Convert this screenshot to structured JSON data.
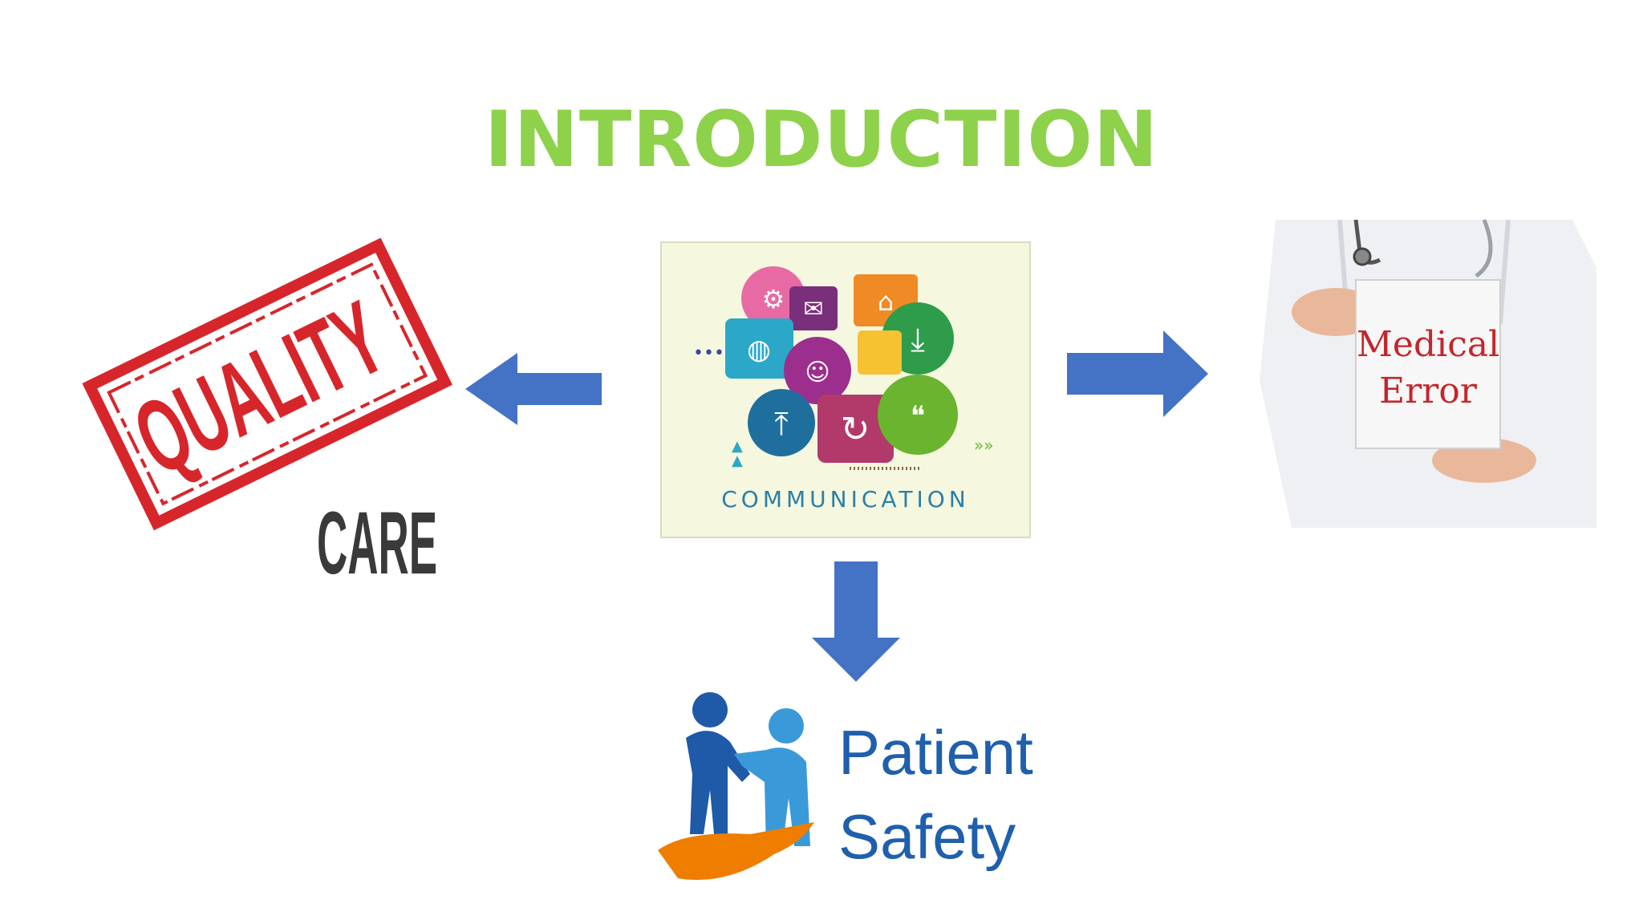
{
  "title": "INTRODUCTION",
  "center": {
    "label": "COMMUNICATION"
  },
  "left": {
    "stamp_text": "QUALITY",
    "sub_text": "CARE"
  },
  "right": {
    "sign_line1": "Medical",
    "sign_line2": "Error"
  },
  "bottom": {
    "line1": "Patient",
    "line2": "Safety"
  },
  "colors": {
    "title": "#8ed14b",
    "arrow": "#4472c4",
    "stamp": "#d7262b",
    "care": "#3a3a3a",
    "sign_text": "#c4262b",
    "patient_text": "#1f5fad",
    "hand": "#ef7d00",
    "figure_dark": "#1e5aa8",
    "figure_light": "#3a9ad9"
  }
}
